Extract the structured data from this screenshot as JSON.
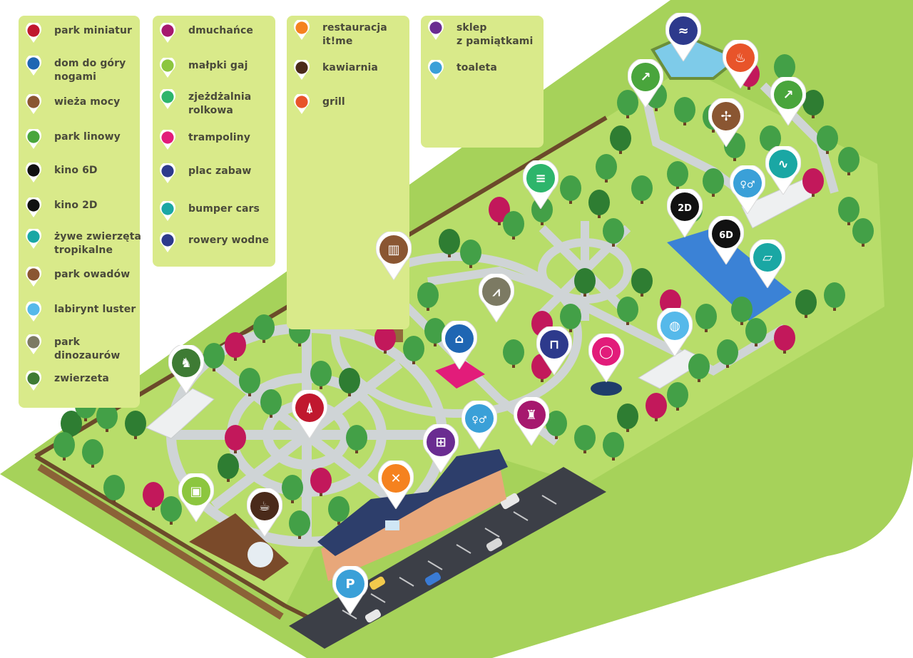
{
  "colors": {
    "background": "#ffffff",
    "legend_panel": "#d9ea8a",
    "ground": "#a6d25a",
    "lawn": "#b8dd6a",
    "path": "#cfd4d6",
    "parking": "#3c3f47",
    "legend_text": "#4a4a3a"
  },
  "legend": {
    "columns": [
      {
        "items": [
          {
            "label": "park miniatur",
            "icon": "eiffel-tower-icon",
            "color": "#c0182e"
          },
          {
            "label": "dom do góry\nnogami",
            "icon": "upside-down-house-icon",
            "color": "#1f66b3"
          },
          {
            "label": "wieża mocy",
            "icon": "power-tower-icon",
            "color": "#8a5632"
          },
          {
            "label": "park linowy",
            "icon": "rope-park-icon",
            "color": "#49a53c"
          },
          {
            "label": "kino 6D",
            "icon": "clapperboard-6d-icon",
            "color": "#111111"
          },
          {
            "label": "kino 2D",
            "icon": "clapperboard-2d-icon",
            "color": "#111111"
          },
          {
            "label": "żywe zwierzęta\ntropikalne",
            "icon": "chameleon-icon",
            "color": "#1aa7a4"
          },
          {
            "label": "park owadów",
            "icon": "dragonfly-icon",
            "color": "#8a5632"
          },
          {
            "label": "labirynt luster",
            "icon": "mirror-icon",
            "color": "#56b9ea"
          },
          {
            "label": "park\ndinozaurów",
            "icon": "dinosaur-icon",
            "color": "#7c7a63"
          },
          {
            "label": "zwierzeta",
            "icon": "animals-icon",
            "color": "#3e7b34"
          }
        ]
      },
      {
        "items": [
          {
            "label": "dmuchańce",
            "icon": "bouncy-castle-icon",
            "color": "#a6186e"
          },
          {
            "label": "małpki gaj",
            "icon": "monkey-grove-icon",
            "color": "#8cc63f"
          },
          {
            "label": "zjeżdżalnia\nrolkowa",
            "icon": "roller-slide-icon",
            "color": "#2db56b"
          },
          {
            "label": "trampoliny",
            "icon": "trampoline-icon",
            "color": "#e21c7a"
          },
          {
            "label": "plac zabaw",
            "icon": "playground-icon",
            "color": "#2d3a8c"
          },
          {
            "label": "bumper cars",
            "icon": "bumper-car-icon",
            "color": "#1aa7a4"
          },
          {
            "label": "rowery wodne",
            "icon": "water-bike-icon",
            "color": "#2d3a8c"
          }
        ]
      },
      {
        "items": [
          {
            "label": "restauracja\nit!me",
            "icon": "fork-knife-icon",
            "color": "#f5821f"
          },
          {
            "label": "kawiarnia",
            "icon": "coffee-cup-icon",
            "color": "#4a2a1a"
          },
          {
            "label": "grill",
            "icon": "grill-icon",
            "color": "#e8542a"
          }
        ]
      },
      {
        "items": [
          {
            "label": "sklep\nz pamiątkami",
            "icon": "gift-icon",
            "color": "#6a2c91"
          },
          {
            "label": "toaleta",
            "icon": "toilet-icon",
            "color": "#3aa0d8"
          }
        ]
      }
    ]
  },
  "map": {
    "pins": [
      {
        "name": "pin-water-bikes",
        "icon": "water-bike-icon",
        "color": "#2d3a8c",
        "glyph": "≈"
      },
      {
        "name": "pin-grill",
        "icon": "grill-icon",
        "color": "#e8542a",
        "glyph": "♨"
      },
      {
        "name": "pin-rope-park-north",
        "icon": "rope-park-icon",
        "color": "#49a53c",
        "glyph": "↗"
      },
      {
        "name": "pin-rope-park-east",
        "icon": "rope-park-icon",
        "color": "#49a53c",
        "glyph": "↗"
      },
      {
        "name": "pin-insect-park",
        "icon": "dragonfly-icon",
        "color": "#8a5632",
        "glyph": "✢"
      },
      {
        "name": "pin-tropical-animals",
        "icon": "chameleon-icon",
        "color": "#1aa7a4",
        "glyph": "∿"
      },
      {
        "name": "pin-roller-slide",
        "icon": "roller-slide-icon",
        "color": "#2db56b",
        "glyph": "≡"
      },
      {
        "name": "pin-toilet-north",
        "icon": "toilet-icon",
        "color": "#3aa0d8",
        "glyph": "♀♂"
      },
      {
        "name": "pin-cinema-2d",
        "icon": "clapperboard-2d-icon",
        "color": "#111111",
        "glyph": "2D"
      },
      {
        "name": "pin-cinema-6d",
        "icon": "clapperboard-6d-icon",
        "color": "#111111",
        "glyph": "6D"
      },
      {
        "name": "pin-bumper-cars",
        "icon": "bumper-car-icon",
        "color": "#1aa7a4",
        "glyph": "▱"
      },
      {
        "name": "pin-power-tower",
        "icon": "power-tower-icon",
        "color": "#8a5632",
        "glyph": "▥"
      },
      {
        "name": "pin-dinosaur-park",
        "icon": "dinosaur-icon",
        "color": "#7c7a63",
        "glyph": "⩘"
      },
      {
        "name": "pin-upside-down-house",
        "icon": "upside-down-house-icon",
        "color": "#1f66b3",
        "glyph": "⌂"
      },
      {
        "name": "pin-playground",
        "icon": "playground-icon",
        "color": "#2d3a8c",
        "glyph": "⊓"
      },
      {
        "name": "pin-trampoline",
        "icon": "trampoline-icon",
        "color": "#e21c7a",
        "glyph": "◯"
      },
      {
        "name": "pin-mirror-maze",
        "icon": "mirror-icon",
        "color": "#56b9ea",
        "glyph": "◍"
      },
      {
        "name": "pin-animals",
        "icon": "animals-icon",
        "color": "#3e7b34",
        "glyph": "♞"
      },
      {
        "name": "pin-miniature-park",
        "icon": "eiffel-tower-icon",
        "color": "#c0182e",
        "glyph": "⍋"
      },
      {
        "name": "pin-gift-shop",
        "icon": "gift-icon",
        "color": "#6a2c91",
        "glyph": "⊞"
      },
      {
        "name": "pin-toilet-south",
        "icon": "toilet-icon",
        "color": "#3aa0d8",
        "glyph": "♀♂"
      },
      {
        "name": "pin-bouncy-castle",
        "icon": "bouncy-castle-icon",
        "color": "#a6186e",
        "glyph": "♜"
      },
      {
        "name": "pin-restaurant",
        "icon": "fork-knife-icon",
        "color": "#f5821f",
        "glyph": "✕"
      },
      {
        "name": "pin-monkey-grove",
        "icon": "monkey-grove-icon",
        "color": "#8cc63f",
        "glyph": "▣"
      },
      {
        "name": "pin-cafe",
        "icon": "coffee-cup-icon",
        "color": "#4a2a1a",
        "glyph": "☕"
      },
      {
        "name": "pin-parking",
        "icon": "parking-icon",
        "color": "#3aa0d8",
        "glyph": "P"
      }
    ]
  }
}
